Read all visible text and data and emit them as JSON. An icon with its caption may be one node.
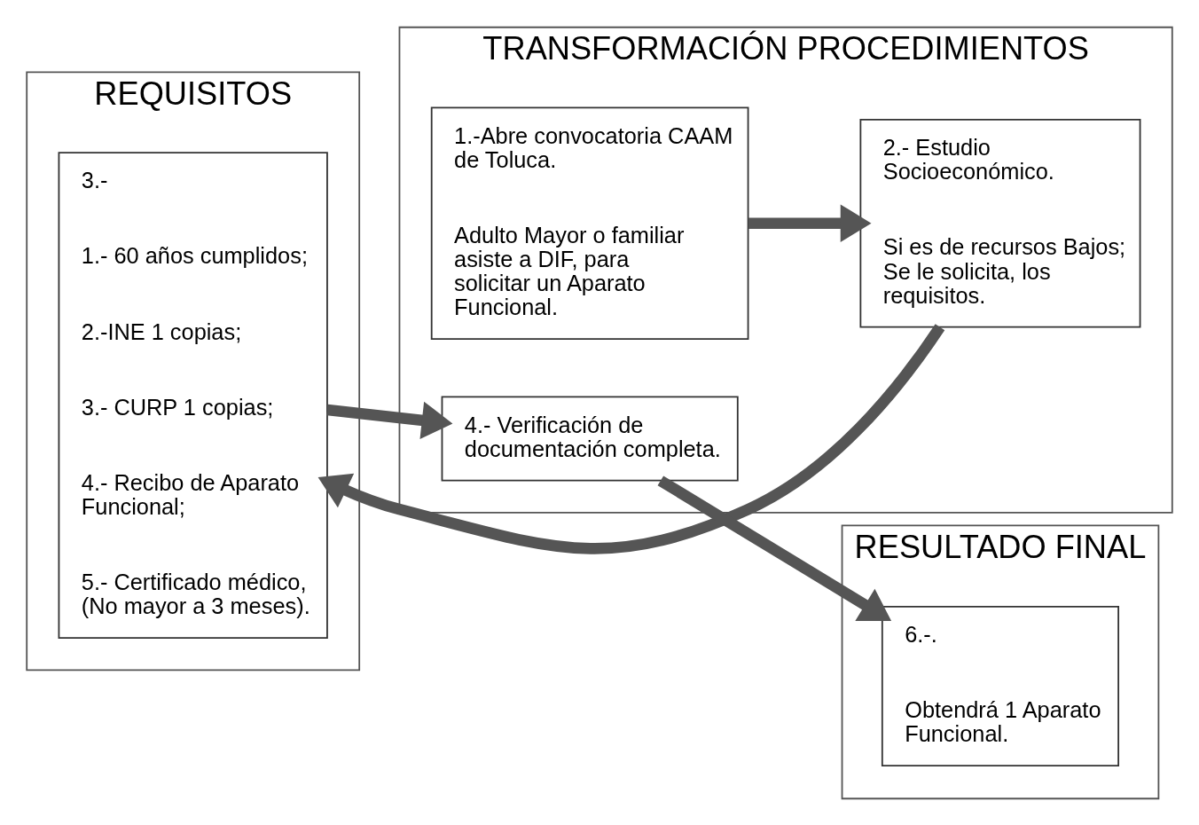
{
  "diagram": {
    "nodes": [
      {
        "text": [
          "REQUISITOS"
        ]
      },
      {
        "text": [
          "TRANSFORMACIÓN PROCEDIMIENTOS"
        ]
      },
      {
        "text": [
          "RESULTADO FINAL"
        ]
      },
      {
        "text": [
          "3.-",
          "1.- 60 años cumplidos;",
          "2.-INE 1 copias;",
          "3.- CURP 1 copias;",
          "4.- Recibo de Aparato Funcional;",
          "5.- Certificado médico, (No mayor a 3 meses)."
        ],
        "in": 0
      },
      {
        "text": [
          "1.-Abre convocatoria CAAM de Toluca.",
          "Adulto Mayor o familiar asiste a DIF, para solicitar un Aparato Funcional."
        ],
        "in": 1
      },
      {
        "text": [
          "2.- Estudio Socioeconómico.",
          "Si es de recursos Bajos; Se le solicita, los requisitos."
        ],
        "in": 1
      },
      {
        "text": [
          "4.- Verificación de documentación completa."
        ],
        "in": 1
      },
      {
        "text": [
          "6.-.",
          "Obtendrá 1 Aparato Funcional."
        ],
        "in": 2
      }
    ],
    "edges": [
      {
        "from": 4,
        "to": 5,
        "arrow": "to"
      },
      {
        "from": 5,
        "to": 3,
        "arrow": "to"
      },
      {
        "from": 3,
        "to": 6,
        "arrow": "to"
      },
      {
        "from": 6,
        "to": 7,
        "arrow": "to"
      }
    ]
  }
}
